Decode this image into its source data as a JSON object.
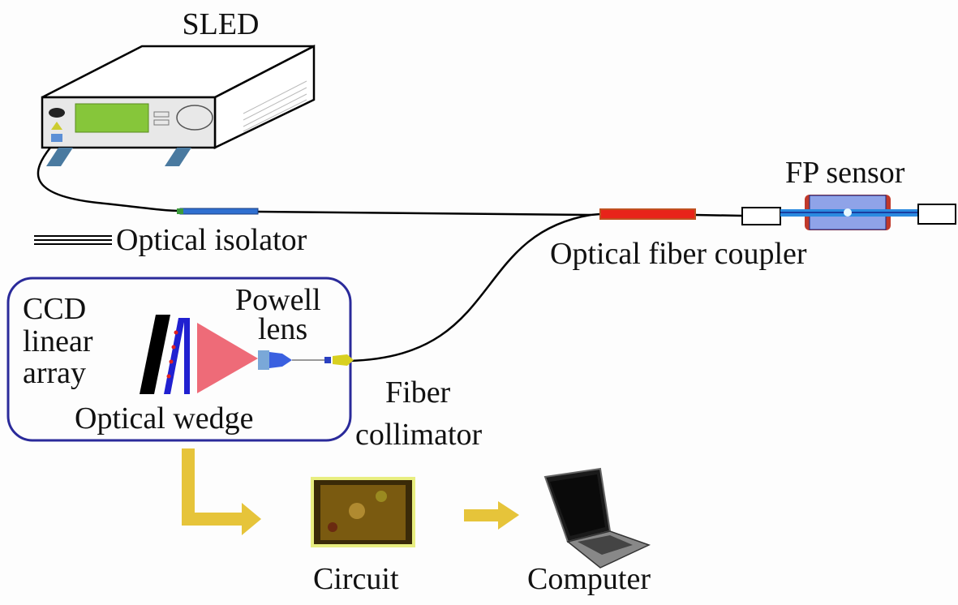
{
  "labels": {
    "sled": "SLED",
    "fp_sensor": "FP sensor",
    "optical_isolator": "Optical isolator",
    "optical_fiber_coupler": "Optical fiber coupler",
    "ccd_line1": "CCD",
    "ccd_line2": "linear",
    "ccd_line3": "array",
    "powell_line1": "Powell",
    "powell_line2": "lens",
    "optical_wedge": "Optical wedge",
    "fiber_collimator_line1": "Fiber",
    "fiber_collimator_line2": "collimator",
    "circuit": "Circuit",
    "computer": "Computer"
  },
  "colors": {
    "detector_box": "#2a2a9a",
    "coupler": "#e8231a",
    "isolator": "#2f6fd0",
    "sensor_body": "#8fa3e8",
    "prism": "#ee6b78",
    "arrow": "#e6c43a",
    "sled_display": "#86c63a"
  }
}
